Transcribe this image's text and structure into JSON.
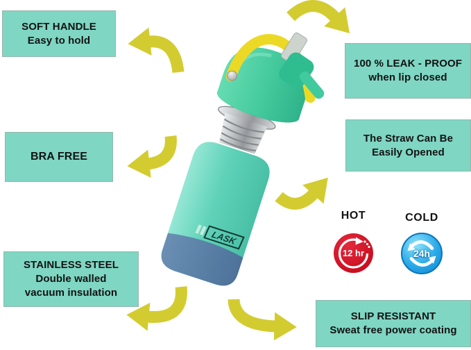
{
  "colors": {
    "box_bg": "#7ed6c3",
    "box_border": "#96b5ac",
    "text_black": "#121212",
    "arrow_yellow": "#d3cc31",
    "handle_yellow": "#ecd925",
    "bottle_mint": "#5fd2b8",
    "bottle_mint_light": "#95e7d5",
    "bottle_base_blue": "#5b81a7",
    "cap_green": "#45cb9e",
    "cap_green_dark": "#0f7f5b",
    "steel_light": "#eceeef",
    "steel_dark": "#94989c",
    "straw_gray": "#ccd4cd",
    "hot_red": "#cc0f22",
    "cold_blue": "#1b9ee2"
  },
  "callouts": {
    "soft_handle": {
      "lines": [
        "SOFT HANDLE",
        "Easy to hold"
      ]
    },
    "leak_proof": {
      "lines": [
        "100 % LEAK - PROOF",
        "when lip closed"
      ]
    },
    "bpa_free": {
      "lines": [
        "BRA FREE"
      ]
    },
    "straw_open": {
      "lines": [
        "The Straw Can Be",
        "Easily Opened"
      ]
    },
    "stainless": {
      "lines": [
        "STAINLESS STEEL",
        "Double walled",
        "vacuum insulation"
      ]
    },
    "slip_resistant": {
      "lines": [
        "SLIP RESISTANT",
        "Sweat free power coating"
      ]
    }
  },
  "badges": {
    "hot": {
      "label": "HOT",
      "value": "12 hr"
    },
    "cold": {
      "label": "COLD",
      "value": "24h"
    }
  },
  "bottle": {
    "brand": "LASK"
  }
}
